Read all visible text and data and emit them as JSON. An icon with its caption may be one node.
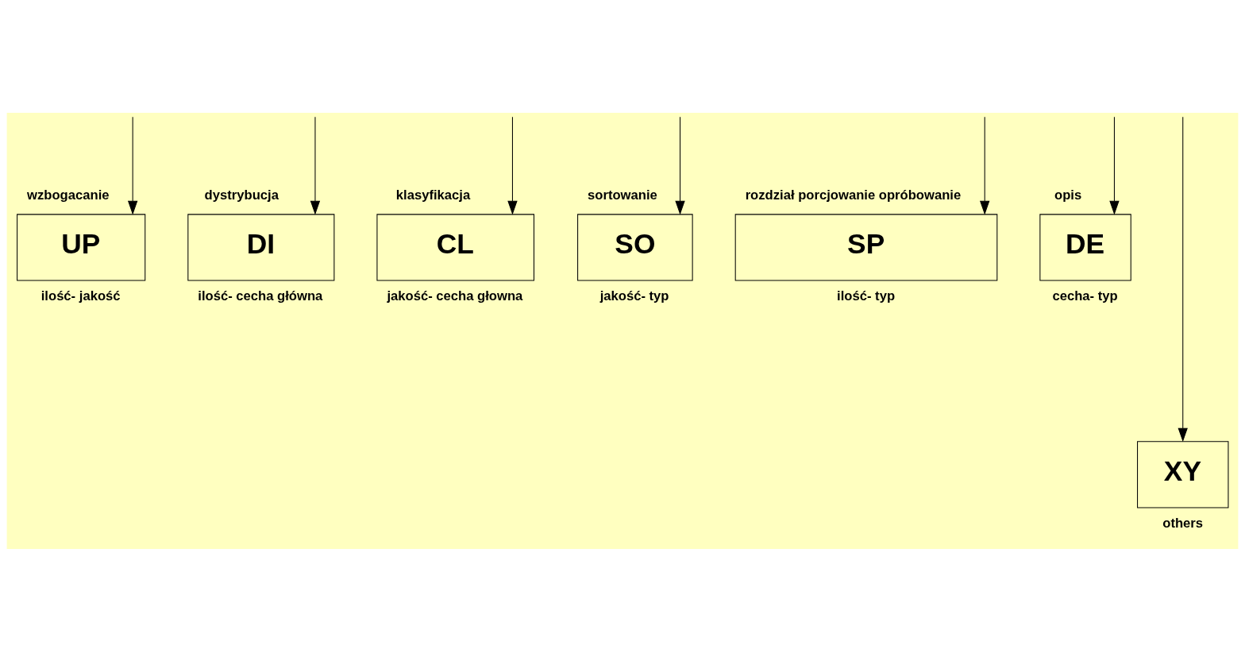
{
  "diagram": {
    "nodes": [
      {
        "text": [
          "wzbogacanie",
          "UP"
        ],
        "beside": [
          "ilość- jakość"
        ]
      },
      {
        "text": [
          "dystrybucja",
          "DI"
        ],
        "beside": [
          "ilość- cecha główna"
        ]
      },
      {
        "text": [
          "klasyfikacja",
          "CL"
        ],
        "beside": [
          "jakość- cecha głowna"
        ]
      },
      {
        "text": [
          "sortowanie",
          "SO"
        ],
        "beside": [
          "jakość- typ"
        ]
      },
      {
        "text": [
          "rozdział porcjowanie opróbowanie",
          "SP"
        ],
        "beside": [
          "ilość- typ"
        ]
      },
      {
        "text": [
          "opis",
          "DE"
        ],
        "beside": [
          "cecha- typ"
        ]
      },
      {
        "text": [
          "XY"
        ],
        "beside": [
          "others"
        ]
      }
    ],
    "edges": [
      {
        "from": null,
        "to": 0,
        "arrow": "to"
      },
      {
        "from": null,
        "to": 1,
        "arrow": "to"
      },
      {
        "from": null,
        "to": 2,
        "arrow": "to"
      },
      {
        "from": null,
        "to": 6,
        "arrow": "to"
      },
      {
        "from": null,
        "to": 3,
        "arrow": "to"
      },
      {
        "from": null,
        "to": 4,
        "arrow": "to"
      },
      {
        "from": null,
        "to": 5,
        "arrow": "to"
      }
    ]
  }
}
